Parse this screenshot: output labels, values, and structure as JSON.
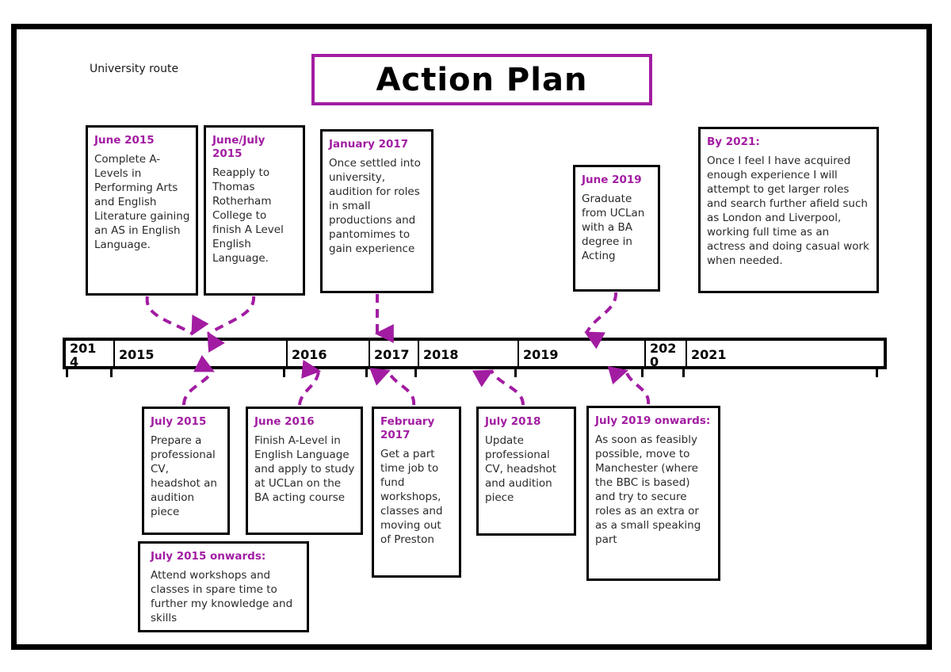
{
  "title": "Action Plan",
  "route_label": "University route",
  "colors": {
    "accent": "#A21CA2",
    "frame": "#000000",
    "text": "#2a2a2a"
  },
  "timeline": {
    "years": [
      {
        "label": "2014",
        "wrapped": true
      },
      {
        "label": "2015",
        "wrapped": false
      },
      {
        "label": "2016",
        "wrapped": false
      },
      {
        "label": "2017",
        "wrapped": false
      },
      {
        "label": "2018",
        "wrapped": false
      },
      {
        "label": "2019",
        "wrapped": false
      },
      {
        "label": "2020",
        "wrapped": true
      },
      {
        "label": "2021",
        "wrapped": false
      }
    ]
  },
  "boxes_above": [
    {
      "id": "june-2015",
      "heading": "June 2015",
      "body": "Complete A-Levels in Performing Arts and English Literature gaining an AS in English Language."
    },
    {
      "id": "june-july-2015",
      "heading": "June/July 2015",
      "body": "Reapply to Thomas Rotherham College to finish A Level English Language."
    },
    {
      "id": "january-2017",
      "heading": "January 2017",
      "body": "Once settled into university, audition for roles in small productions and pantomimes to gain experience"
    },
    {
      "id": "june-2019",
      "heading": "June 2019",
      "body": "Graduate from UCLan with a BA degree in Acting"
    },
    {
      "id": "by-2021",
      "heading": "By 2021:",
      "body": "Once I feel I have acquired enough experience I will attempt to get larger roles and search further afield such as London and Liverpool, working full time as an actress and doing casual work when needed."
    }
  ],
  "boxes_below": [
    {
      "id": "july-2015",
      "heading": "July 2015",
      "body": "Prepare a professional CV, headshot an audition piece"
    },
    {
      "id": "june-2016",
      "heading": "June 2016",
      "body": "Finish A-Level in English Language and apply to study at UCLan on the BA acting course"
    },
    {
      "id": "february-2017",
      "heading": "February 2017",
      "body": "Get a part time job to fund workshops, classes and moving out of Preston"
    },
    {
      "id": "july-2018",
      "heading": "July 2018",
      "body": "Update professional CV, headshot and audition piece"
    },
    {
      "id": "july-2019-onwards",
      "heading": "July 2019 onwards:",
      "body": "As soon as feasibly possible, move to Manchester (where the BBC is based) and try to secure roles as an extra or as a small speaking part"
    },
    {
      "id": "july-2015-onwards",
      "heading": "July 2015 onwards:",
      "body": "Attend workshops and classes in spare time to further my knowledge and skills"
    }
  ]
}
